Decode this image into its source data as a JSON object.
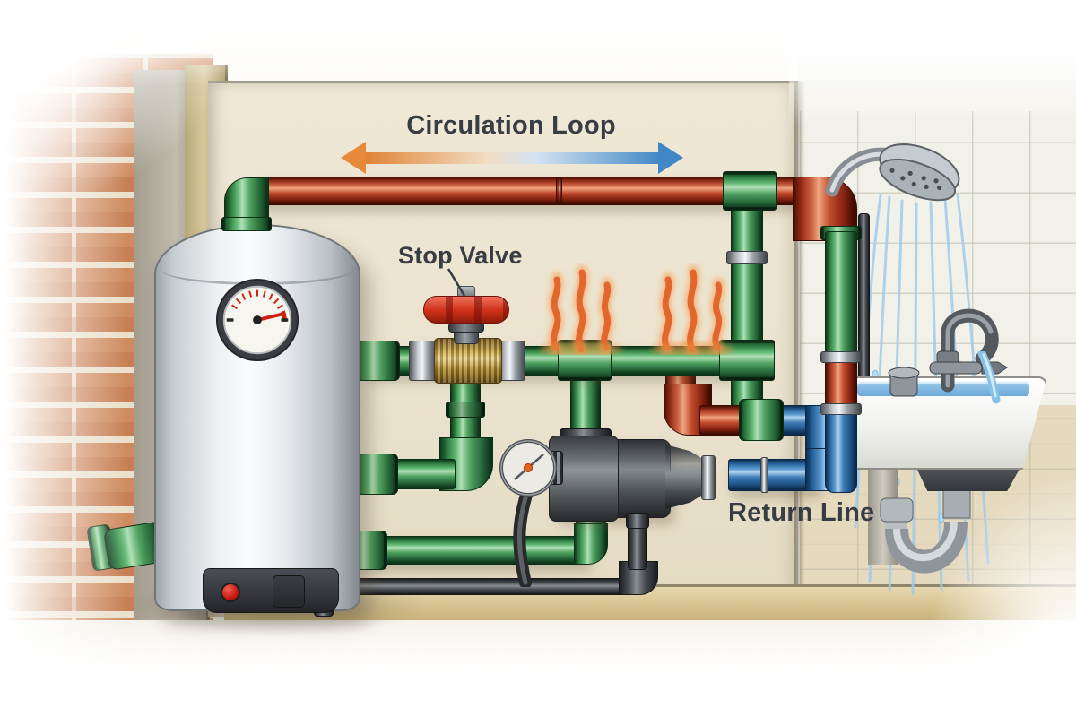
{
  "title": "Hot water circulation loop illustration",
  "labels": {
    "circulation_loop": "Circulation Loop",
    "stop_valve": "Stop Valve",
    "return_line": "Return Line"
  },
  "colors": {
    "supply_pipe_green": "#3f9e54",
    "hot_pipe_red": "#c84b2e",
    "return_pipe_blue": "#3d85c0",
    "arrow_hot_end": "#e8883a",
    "arrow_cold_end": "#3f87c5",
    "flame_orange": "#ee7a2f",
    "wall_cream": "#ece4d0",
    "valve_handle_red": "#d6331c"
  }
}
